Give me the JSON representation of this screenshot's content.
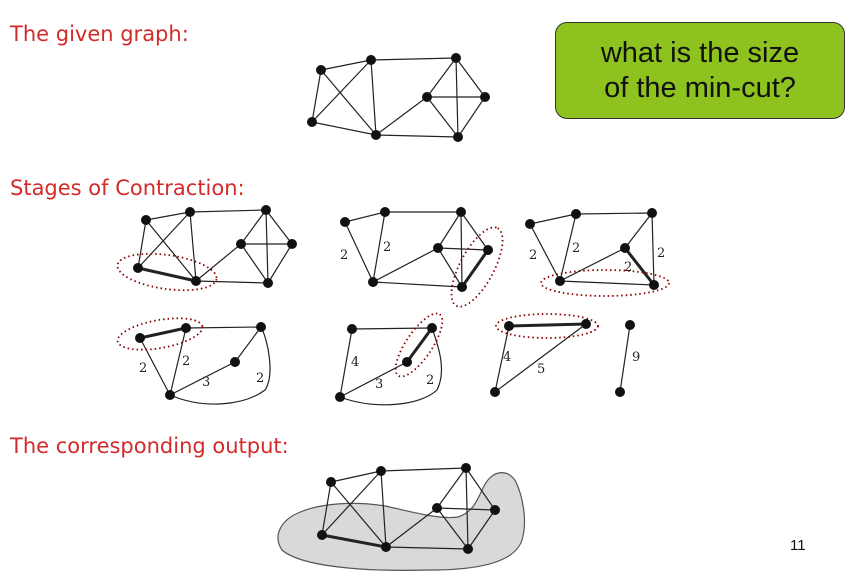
{
  "headings": {
    "given": "The given graph:",
    "stages": "Stages of Contraction:",
    "output": "The corresponding output:"
  },
  "callout": {
    "line1": "what is the size",
    "line2": "of the min-cut?",
    "color": "#8dc21f"
  },
  "page_number": "11",
  "colors": {
    "heading": "#d42a2a",
    "edge": "#222222",
    "highlight_ellipse": "#8b0000",
    "output_region": "#d9d9d9"
  },
  "edge_weights": {
    "stage2_left": "2",
    "stage2_mid": "2",
    "stage3_left": "2",
    "stage3_mid": "2",
    "stage3_inner": "2",
    "stage3_right": "2",
    "stage4_left": "2",
    "stage4_mid": "2",
    "stage4_bottom": "3",
    "stage4_right": "2",
    "stage5_left": "4",
    "stage5_bottom": "3",
    "stage5_right": "2",
    "stage6_left": "4",
    "stage6_diag": "5",
    "stage7_edge": "9"
  }
}
